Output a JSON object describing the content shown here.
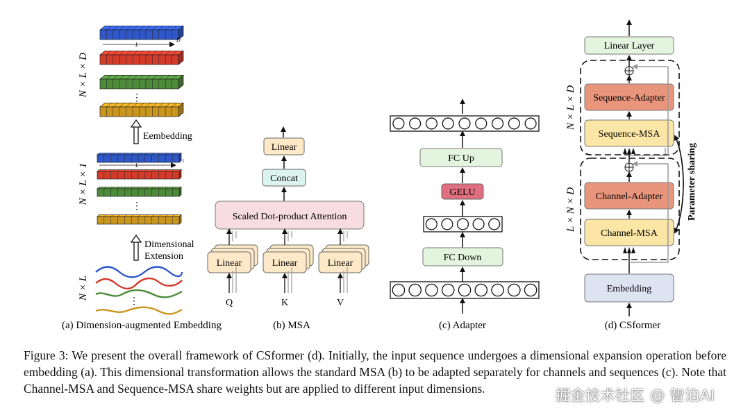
{
  "colors": {
    "blue": "#2f57c8",
    "red": "#d23a2a",
    "green": "#4d8a3a",
    "gold": "#c9951e",
    "box_pink": "#f7dde2",
    "box_cyan": "#dcf2ef",
    "box_peach": "#fde9c8",
    "box_green": "#e3f4df",
    "box_gelu": "#e06f80",
    "box_adapter": "#e9957c",
    "box_msa": "#fbe6a5",
    "box_embed": "#dde3f1"
  },
  "panel_a": {
    "caption": "(a) Dimension-augmented Embedding",
    "top_dim": "N × L × D",
    "mid_dim": "N × L × 1",
    "bot_dim": "N × L",
    "arrow_top_label": "Eembedding",
    "arrow_bot_label_1": "Dimensional",
    "arrow_bot_label_2": "Extension",
    "L_mark": "L",
    "D_mark": "D",
    "one_mark": "1",
    "dots": "⋮"
  },
  "panel_b": {
    "caption": "(b) MSA",
    "linear_top": "Linear",
    "concat": "Concat",
    "attention": "Scaled Dot-product Attention",
    "linear_label": "Linear",
    "inputs": [
      "Q",
      "K",
      "V"
    ]
  },
  "panel_c": {
    "caption": "(c) Adapter",
    "fc_up": "FC Up",
    "gelu": "GELU",
    "fc_down": "FC Down"
  },
  "panel_d": {
    "caption": "(d) CSformer",
    "linear_layer": "Linear Layer",
    "seq_adapter": "Sequence-Adapter",
    "seq_msa": "Sequence-MSA",
    "ch_adapter": "Channel-Adapter",
    "ch_msa": "Channel-MSA",
    "embedding": "Embedding",
    "dim_top": "N × L × D",
    "dim_bot": "L × N × D",
    "sharing": "Parameter sharing",
    "plus": "⊕"
  },
  "caption": "Figure 3: We present the overall framework of CSformer (d). Initially, the input sequence undergoes a dimensional expansion operation before embedding (a). This dimensional transformation allows the standard MSA (b) to be adapted separately for channels and sequences (c). Note that Channel-MSA and Sequence-MSA share weights but are applied to different input dimensions.",
  "watermark": "掘金技术社区 @ 智泊AI"
}
